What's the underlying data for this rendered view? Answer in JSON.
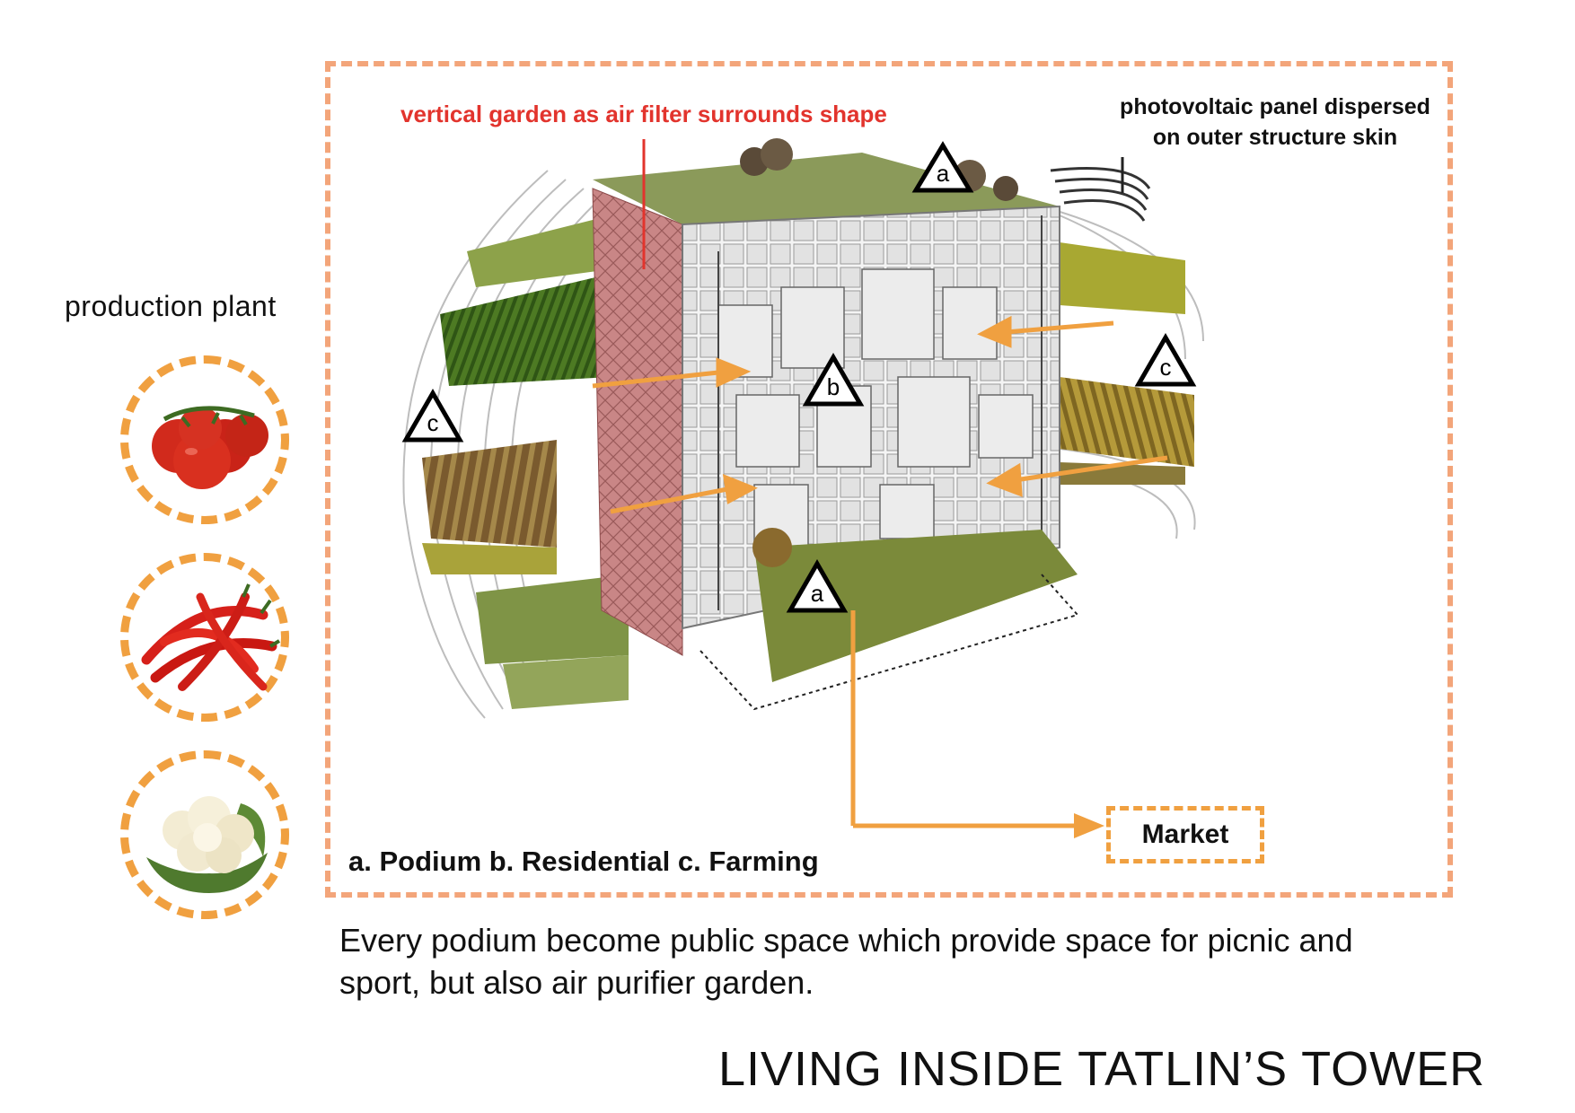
{
  "page": {
    "title": "LIVING INSIDE TATLIN’S TOWER",
    "caption_lines": [
      "Every podium become public space which provide space for picnic and",
      "sport, but also air purifier garden."
    ]
  },
  "sidebar": {
    "label": "production plant",
    "items": [
      {
        "name": "tomato-icon"
      },
      {
        "name": "chili-pepper-icon"
      },
      {
        "name": "cauliflower-icon"
      }
    ]
  },
  "diagram": {
    "annotation_top": "vertical garden as air filter surrounds shape",
    "annotation_pv_lines": [
      "photovoltaic panel dispersed",
      "on outer structure skin"
    ],
    "markers": {
      "a_top": "a",
      "a_bottom": "a",
      "b": "b",
      "c_left": "c",
      "c_right": "c"
    },
    "legend": "a. Podium  b. Residential  c. Farming",
    "market_label": "Market"
  },
  "colors": {
    "frame": "#f3a57a",
    "accent_orange": "#f0a040",
    "red_note": "#e2342d",
    "grass": "#7b8a3a",
    "vertical_garden": "#c98686"
  }
}
